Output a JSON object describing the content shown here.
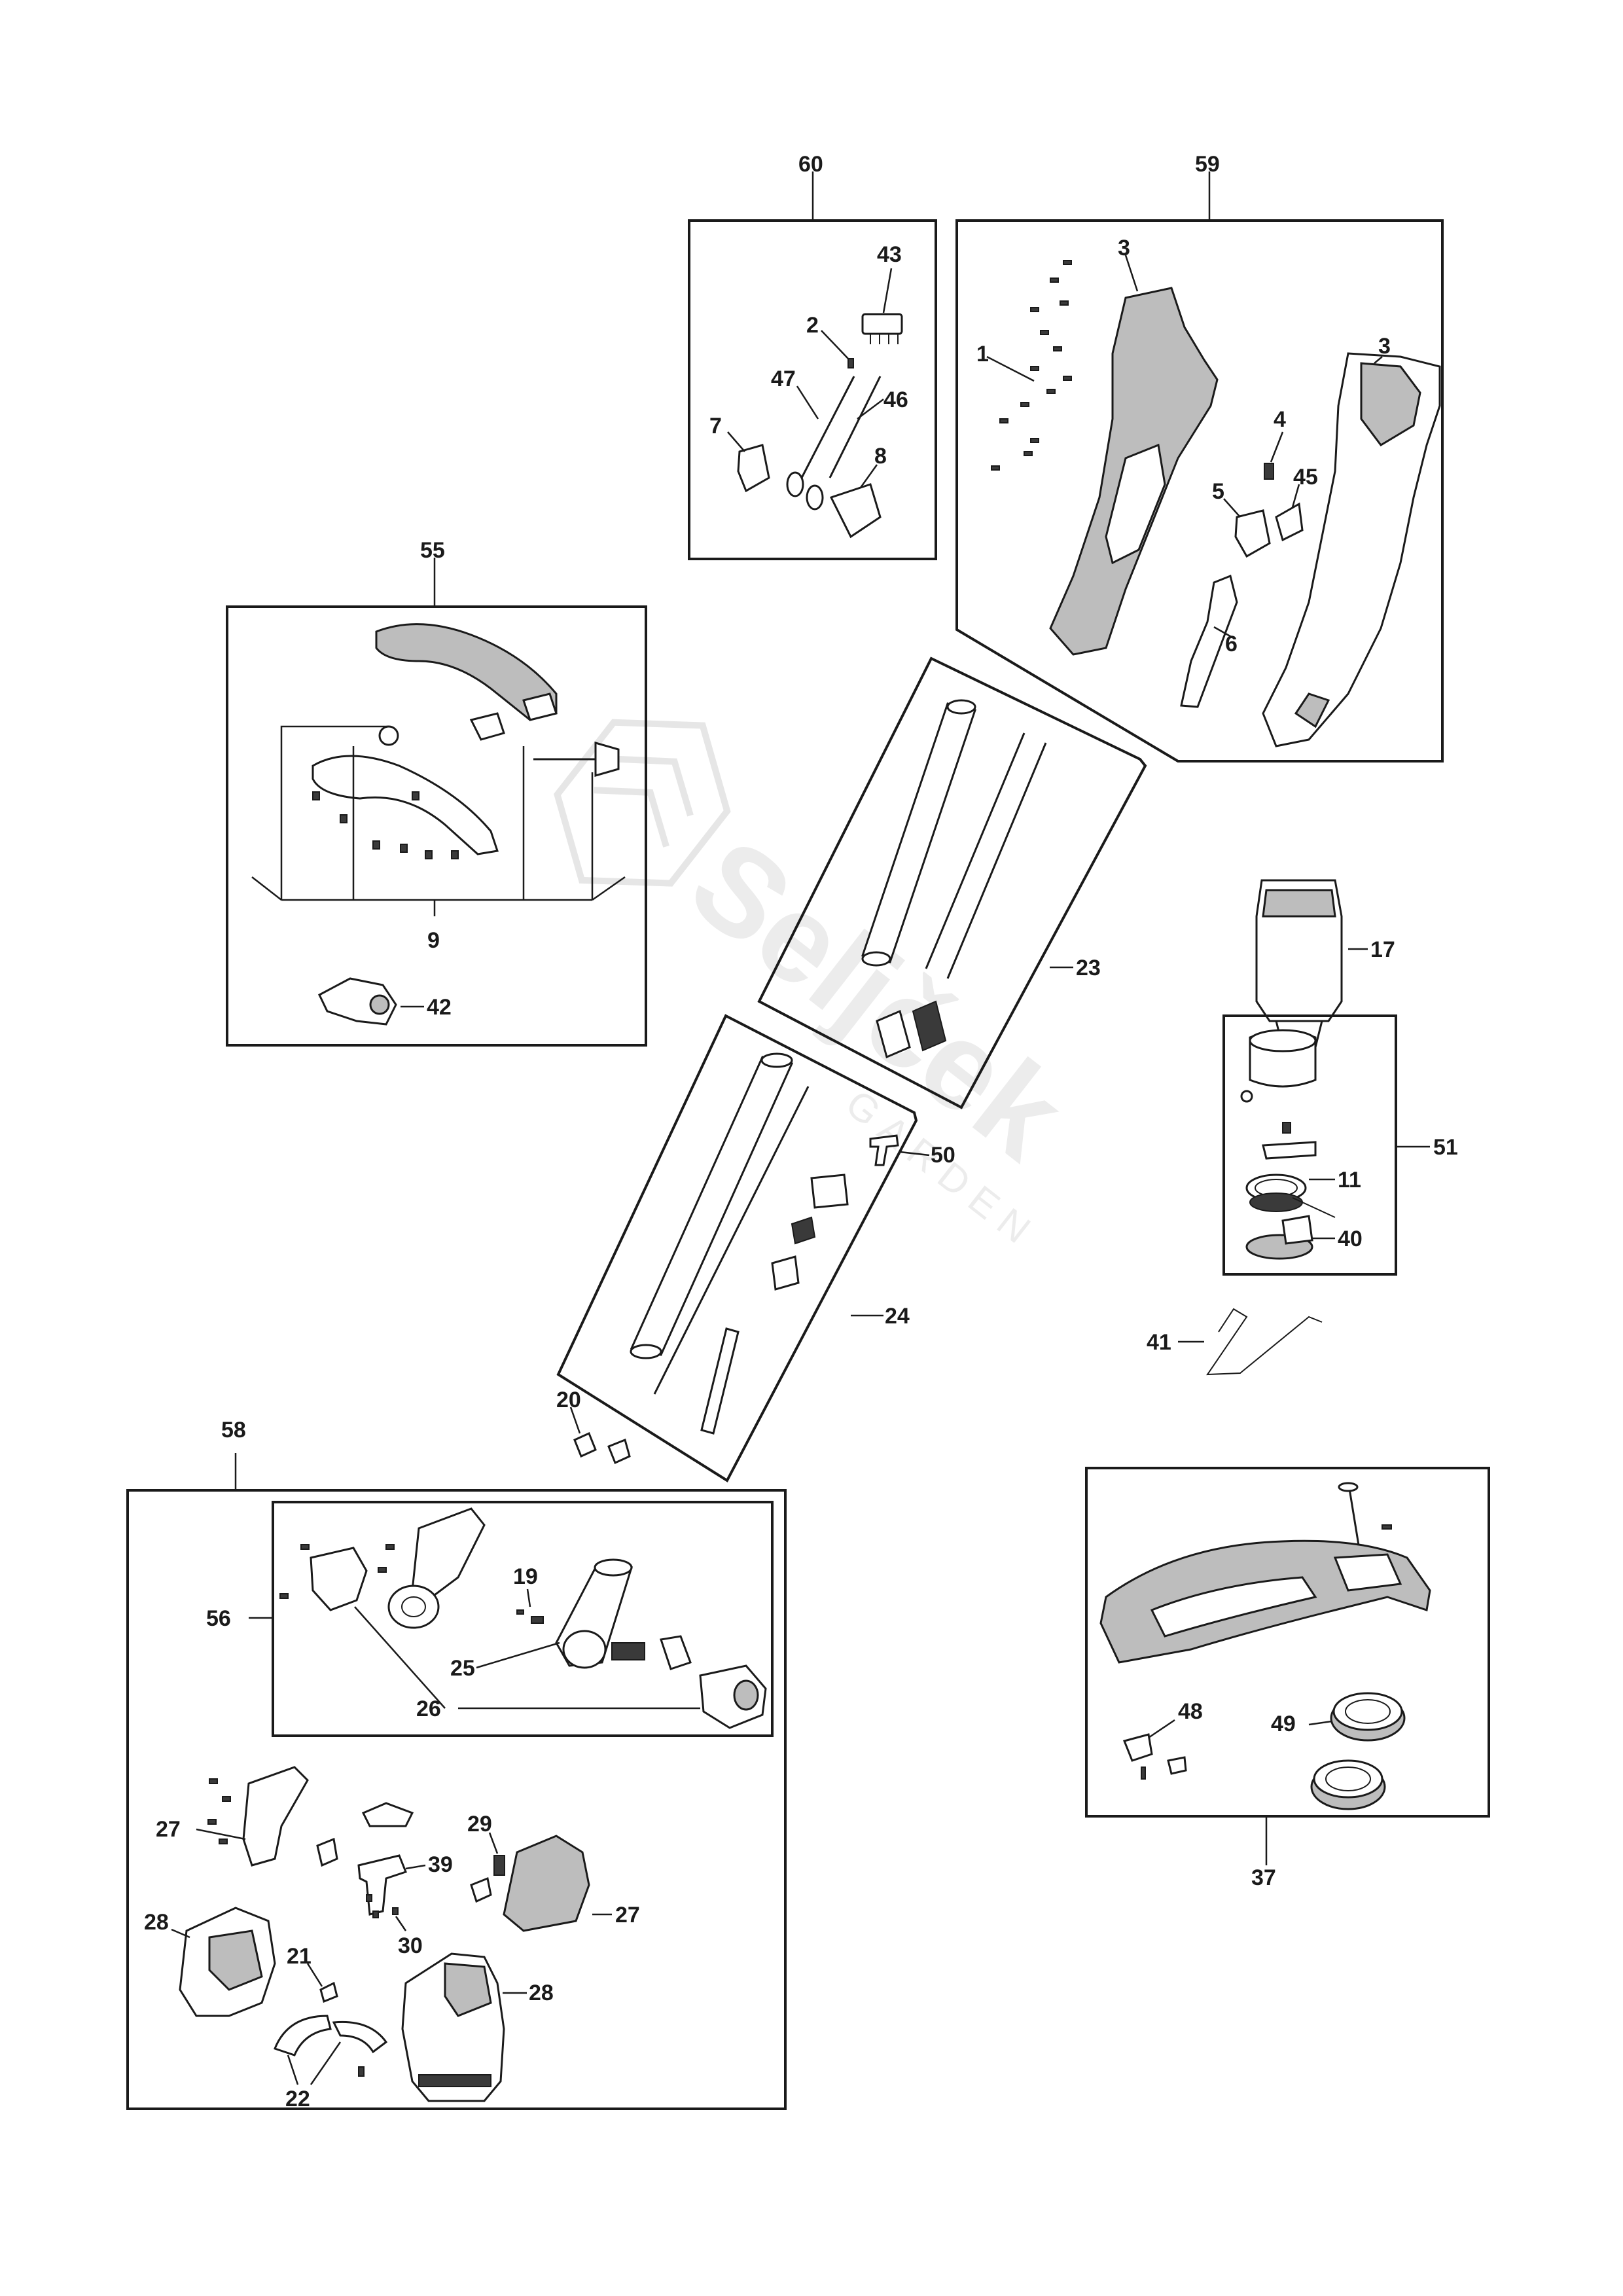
{
  "watermark": {
    "brand": "Seljček",
    "sub": "GARDEN"
  },
  "labels": {
    "l60": "60",
    "l59": "59",
    "l43": "43",
    "l2": "2",
    "l47": "47",
    "l46": "46",
    "l7": "7",
    "l8": "8",
    "l3a": "3",
    "l3b": "3",
    "l1": "1",
    "l4": "4",
    "l45": "45",
    "l5": "5",
    "l6": "6",
    "l55": "55",
    "l9": "9",
    "l42": "42",
    "l23": "23",
    "l17": "17",
    "l51": "51",
    "l11": "11",
    "l40": "40",
    "l50": "50",
    "l24": "24",
    "l41": "41",
    "l20": "20",
    "l58": "58",
    "l56": "56",
    "l19": "19",
    "l25": "25",
    "l26": "26",
    "l27a": "27",
    "l29": "29",
    "l39": "39",
    "l27b": "27",
    "l30": "30",
    "l28a": "28",
    "l21": "21",
    "l28b": "28",
    "l22": "22",
    "l48": "48",
    "l49": "49",
    "l37": "37"
  }
}
